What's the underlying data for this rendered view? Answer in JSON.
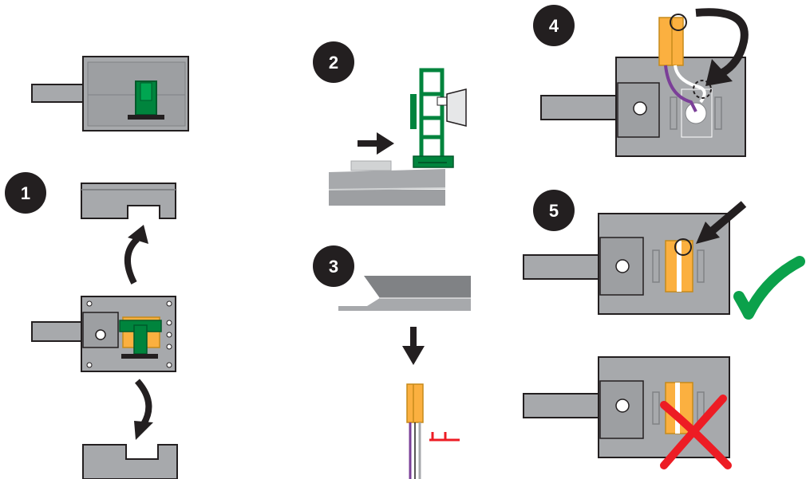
{
  "steps": [
    {
      "number": "1"
    },
    {
      "number": "2"
    },
    {
      "number": "3"
    },
    {
      "number": "4"
    },
    {
      "number": "5"
    }
  ],
  "colors": {
    "housing": "#a7a9ac",
    "housing_dark": "#808285",
    "outline": "#231f20",
    "green_clip": "#00843d",
    "green_dark": "#005a2b",
    "yellow_connector": "#fbb040",
    "yellow_dark": "#c68a1a",
    "wire_purple": "#7b3f98",
    "check_green": "#0ba14b",
    "cross_red": "#ed1c24",
    "mark_red": "#ed1c24",
    "badge": "#231f20"
  },
  "icons": [
    "curved-arrow-icon",
    "straight-arrow-icon",
    "checkmark-icon",
    "cross-icon"
  ]
}
